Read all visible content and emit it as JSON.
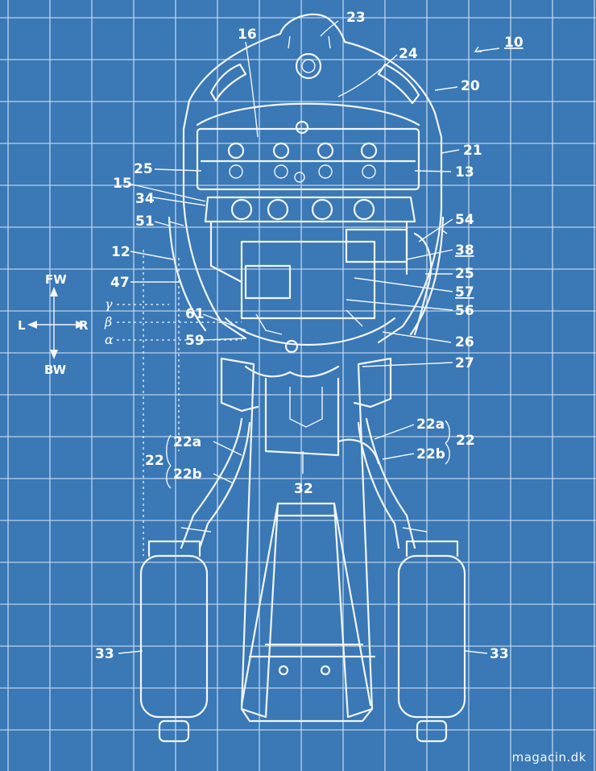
{
  "figure_ref": "10",
  "labels": {
    "l16": "16",
    "l23": "23",
    "l24": "24",
    "l20": "20",
    "l21": "21",
    "l25a": "25",
    "l13": "13",
    "l15": "15",
    "l34": "34",
    "l51": "51",
    "l54": "54",
    "l12": "12",
    "l38": "38",
    "l25b": "25",
    "l47": "47",
    "l57": "57",
    "l56": "56",
    "l61": "61",
    "l59": "59",
    "l26": "26",
    "l27": "27",
    "l22a_left": "22a",
    "l22b_left": "22b",
    "l22_left": "22",
    "l22a_right": "22a",
    "l22b_right": "22b",
    "l22_right": "22",
    "l32": "32",
    "l33_left": "33",
    "l33_right": "33"
  },
  "angles": {
    "gamma": "γ",
    "beta": "β",
    "alpha": "α"
  },
  "directions": {
    "forward": "FW",
    "backward": "BW",
    "left": "L",
    "right": "R"
  },
  "watermark": "magacin.dk",
  "colors": {
    "background": "#3a78b6",
    "grid": "#c9dcef",
    "line": "#f2f6fb"
  }
}
